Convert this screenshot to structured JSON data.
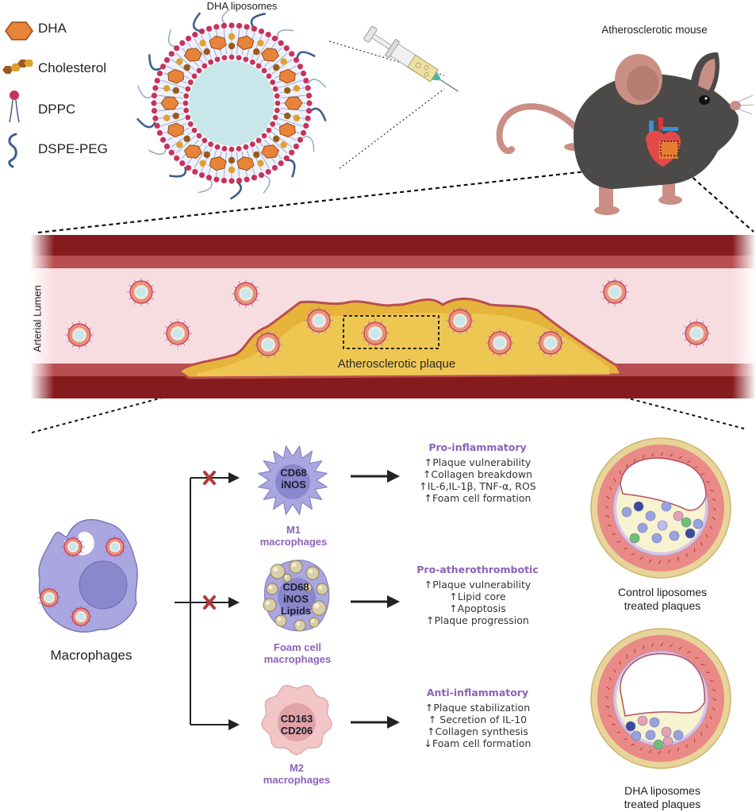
{
  "legend": {
    "items": [
      {
        "icon": "dha-hexagon-icon",
        "label": "DHA"
      },
      {
        "icon": "cholesterol-icon",
        "label": "Cholesterol"
      },
      {
        "icon": "dppc-lipid-icon",
        "label": "DPPC"
      },
      {
        "icon": "dspe-peg-squiggle-icon",
        "label": "DSPE-PEG"
      }
    ]
  },
  "top": {
    "liposome_title": "DHA liposomes",
    "mouse_title": "Atherosclerotic mouse"
  },
  "artery": {
    "lumen_label": "Arterial Lumen",
    "plaque_label": "Atherosclerotic plaque"
  },
  "macrophage": {
    "label": "Macrophages"
  },
  "pathways": [
    {
      "cell_name": "M1",
      "cell_subname": "macrophages",
      "markers": [
        "CD68",
        "iNOS"
      ],
      "blocked": true,
      "effects_title": "Pro-inflammatory",
      "effects": [
        "↑Plaque vulnerability",
        "↑Collagen breakdown",
        "↑IL-6,IL-1β, TNF-α, ROS",
        "↑Foam cell formation"
      ]
    },
    {
      "cell_name": "Foam cell",
      "cell_subname": "macrophages",
      "markers": [
        "CD68",
        "iNOS",
        "Lipids"
      ],
      "blocked": true,
      "effects_title": "Pro-atherothrombotic",
      "effects": [
        "↑Plaque vulnerability",
        "↑Lipid core",
        "↑Apoptosis",
        "↑Plaque progression"
      ]
    },
    {
      "cell_name": "M2",
      "cell_subname": "macrophages",
      "markers": [
        "CD163",
        "CD206"
      ],
      "blocked": false,
      "effects_title": "Anti-inflammatory",
      "effects": [
        "↑Plaque stabilization",
        "↑ Secretion of IL-10",
        "↑Collagen synthesis",
        "↓Foam cell formation"
      ]
    }
  ],
  "outcomes": [
    {
      "line1": "Control liposomes",
      "line2": "treated plaques"
    },
    {
      "line1": "DHA liposomes",
      "line2": "treated plaques"
    }
  ],
  "colors": {
    "dha_orange": "#e8843a",
    "dppc_red": "#c8325a",
    "peg_blue": "#3e5f8e",
    "artery_dark": "#861b1e",
    "artery_mid": "#b84e52",
    "lumen_pink": "#f8dde0",
    "plaque_yellow": "#e8c04a",
    "macrophage_purple": "#a9a6e0",
    "m2_pink": "#f2c6c6",
    "label_purple": "#8a63b8",
    "block_red": "#b03a3a",
    "mouse_gray": "#4b4a48"
  }
}
